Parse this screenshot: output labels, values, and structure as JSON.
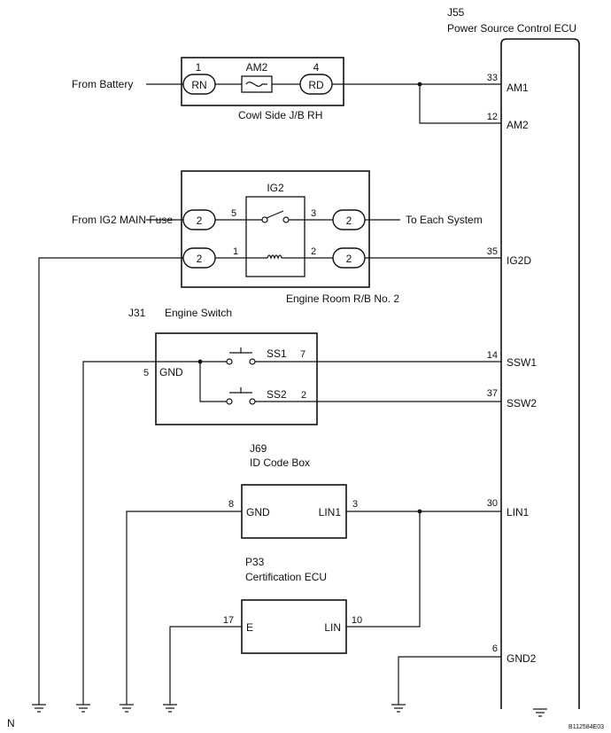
{
  "ecu": {
    "code": "J55",
    "name": "Power Source Control ECU"
  },
  "ecu_pins": [
    {
      "num": "33",
      "name": "AM1"
    },
    {
      "num": "12",
      "name": "AM2"
    },
    {
      "num": "35",
      "name": "IG2D"
    },
    {
      "num": "14",
      "name": "SSW1"
    },
    {
      "num": "37",
      "name": "SSW2"
    },
    {
      "num": "30",
      "name": "LIN1"
    },
    {
      "num": "6",
      "name": "GND2"
    }
  ],
  "jb": {
    "name": "Cowl Side J/B RH",
    "fuse": "AM2",
    "pin_left": "1",
    "pin_right": "4",
    "conn_left": "RN",
    "conn_right": "RD",
    "source": "From Battery"
  },
  "rb": {
    "name": "Engine Room R/B No. 2",
    "relay": "IG2",
    "source": "From IG2 MAIN Fuse",
    "dest": "To Each System",
    "conn_label": "2",
    "pins": {
      "p5": "5",
      "p3": "3",
      "p1": "1",
      "p2": "2"
    }
  },
  "engine_switch": {
    "code": "J31",
    "name": "Engine Switch",
    "gnd_pin": "5",
    "gnd_label": "GND",
    "ss1": "SS1",
    "ss1_pin": "7",
    "ss2": "SS2",
    "ss2_pin": "2"
  },
  "id_box": {
    "code": "J69",
    "name": "ID Code Box",
    "gnd_pin": "8",
    "gnd_label": "GND",
    "lin_label": "LIN1",
    "lin_pin": "3"
  },
  "cert_ecu": {
    "code": "P33",
    "name": "Certification ECU",
    "e_pin": "17",
    "e_label": "E",
    "lin_label": "LIN",
    "lin_pin": "10"
  },
  "corner_left": "N",
  "figure_id": "B112584E03"
}
